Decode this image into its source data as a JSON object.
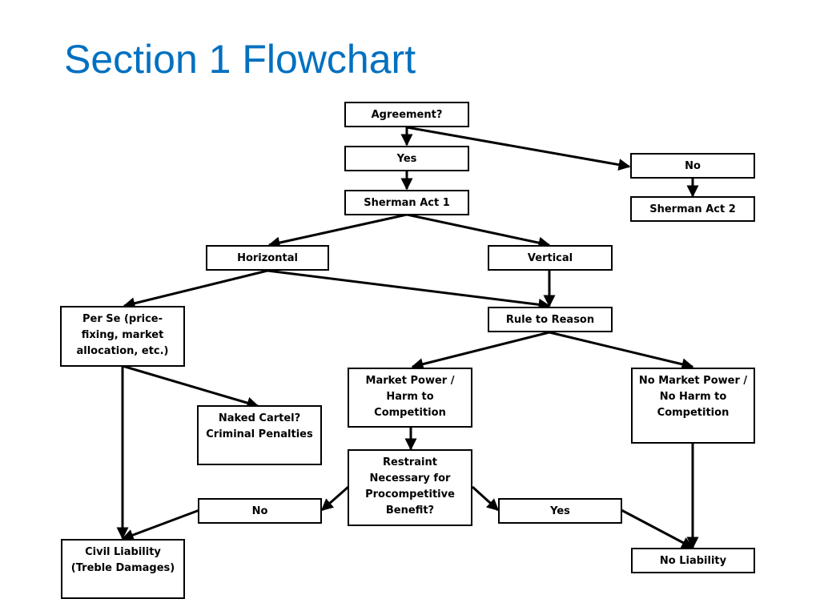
{
  "title": "Section 1 Flowchart",
  "nodes": {
    "agreement": "Agreement?",
    "yes_top": "Yes",
    "no_top": "No",
    "sherman1": "Sherman Act 1",
    "sherman2": "Sherman Act 2",
    "horizontal": "Horizontal",
    "vertical": "Vertical",
    "per_se": "Per Se (price-fixing, market allocation, etc.)",
    "rule_of_reason": "Rule to Reason",
    "naked_cartel": "Naked Cartel? Criminal Penalties",
    "market_power": "Market Power / Harm to Competition",
    "no_market_power": "No Market Power / No Harm to Competition",
    "restraint": "Restraint Necessary for Procompetitive Benefit?",
    "no_bottom": "No",
    "yes_bottom": "Yes",
    "civil_liability": "Civil Liability (Treble Damages)",
    "no_liability": "No Liability"
  }
}
